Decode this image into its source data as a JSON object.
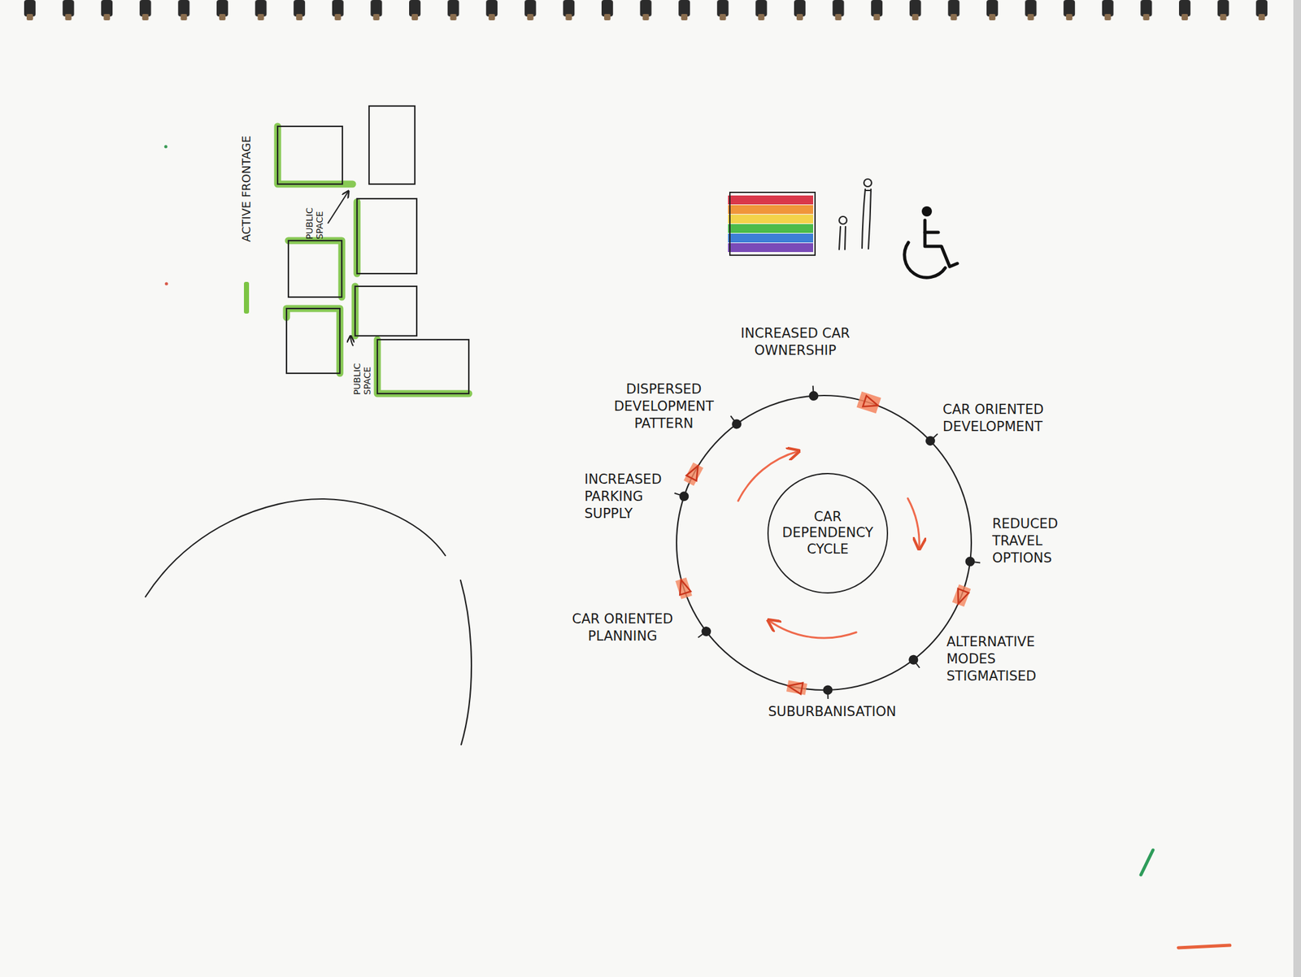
{
  "diagram": {
    "nodes": [
      {
        "text": [
          "CAR DEPENDENCY CYCLE"
        ]
      }
    ],
    "labels": [
      "PUBLIC SPACE",
      "PUBLIC SPACE",
      "INCREASED CAR OWNERSHIP",
      "CAR ORIENTED DEVELOPMENT",
      "REDUCED TRAVEL OPTIONS",
      "ALTERNATIVE MODES STIGMATISED",
      "SUBURBANISATION",
      "CAR ORIENTED PLANNING",
      "INCREASED PARKING SUPPLY",
      "DISPERSED DEVELOPMENT PATTERN"
    ],
    "legend": [
      {
        "text": "ACTIVE FRONTAGE",
        "color": "#7cc444"
      }
    ]
  }
}
